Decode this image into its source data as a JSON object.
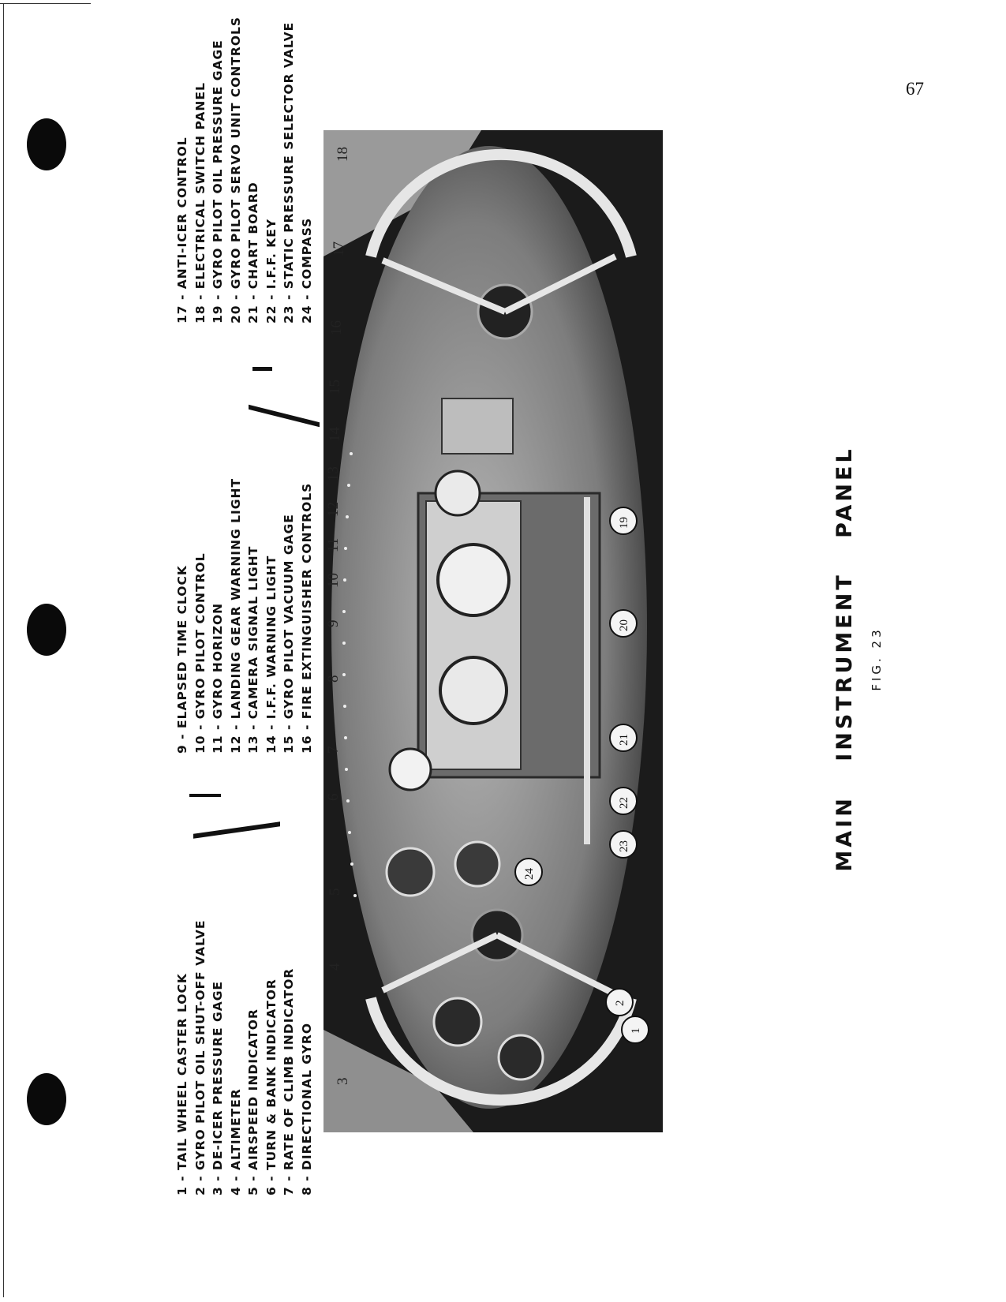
{
  "page_number": "67",
  "legend": {
    "left": [
      "1 - TAIL WHEEL CASTER LOCK",
      "2 - GYRO PILOT OIL SHUT-OFF VALVE",
      "3 - DE-ICER PRESSURE GAGE",
      "4 - ALTIMETER",
      "5 - AIRSPEED INDICATOR",
      "6 - TURN & BANK INDICATOR",
      "7 - RATE OF CLIMB INDICATOR",
      "8 - DIRECTIONAL GYRO"
    ],
    "middle": [
      "9 - ELAPSED TIME CLOCK",
      "10 - GYRO PILOT CONTROL",
      "11 - GYRO HORIZON",
      "12 - LANDING GEAR WARNING LIGHT",
      "13 - CAMERA SIGNAL LIGHT",
      "14 - I.F.F. WARNING LIGHT",
      "15 - GYRO PILOT VACUUM GAGE",
      "16 - FIRE EXTINGUISHER CONTROLS"
    ],
    "right": [
      "17 - ANTI-ICER CONTROL",
      "18 - ELECTRICAL SWITCH PANEL",
      "19 - GYRO PILOT OIL PRESSURE GAGE",
      "20 - GYRO PILOT SERVO UNIT CONTROLS",
      "21 - CHART BOARD",
      "22 - I.F.F. KEY",
      "23 - STATIC PRESSURE SELECTOR VALVE",
      "24 - COMPASS"
    ]
  },
  "photo_callouts": {
    "plain": [
      "3",
      "4",
      "5",
      "6",
      "7",
      "8",
      "9",
      "10",
      "11",
      "12",
      "13",
      "14",
      "15",
      "16",
      "17",
      "18"
    ],
    "circled": [
      "1",
      "2",
      "24",
      "23",
      "22",
      "21",
      "20",
      "19"
    ]
  },
  "caption": {
    "title": "MAIN INSTRUMENT PANEL",
    "figure": "FIG. 23"
  }
}
